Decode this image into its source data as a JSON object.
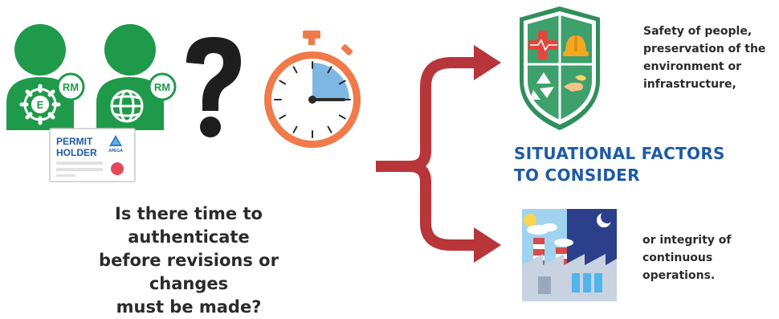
{
  "permit_card": {
    "line1": "PERMIT",
    "line2": "HOLDER",
    "logo_text": "APEGA"
  },
  "badges": {
    "left_rm": "RM",
    "right_rm": "RM",
    "engineering_letter": "E"
  },
  "question": {
    "line1": "Is there time to authenticate",
    "line2": "before revisions or changes",
    "line3": "must be made?"
  },
  "factors": {
    "title_line1": "SITUATIONAL FACTORS",
    "title_line2": "TO CONSIDER"
  },
  "top_factor": {
    "line1": "Safety of people,",
    "line2": "preservation of the",
    "line3": "environment or",
    "line4": "infrastructure,"
  },
  "bottom_factor": {
    "line1": "or integrity of",
    "line2": "continuous",
    "line3": "operations."
  },
  "colors": {
    "person_green": "#1f9a4a",
    "accent_blue": "#1f5aa6",
    "arrow_red": "#b8353a",
    "timer_orange": "#f07a4a",
    "timer_blue": "#7fb7e3"
  },
  "icons": [
    "person-gear-icon",
    "person-globe-icon",
    "question-mark-icon",
    "stopwatch-icon",
    "branch-arrow-icon",
    "safety-shield-icon",
    "factory-icon"
  ]
}
